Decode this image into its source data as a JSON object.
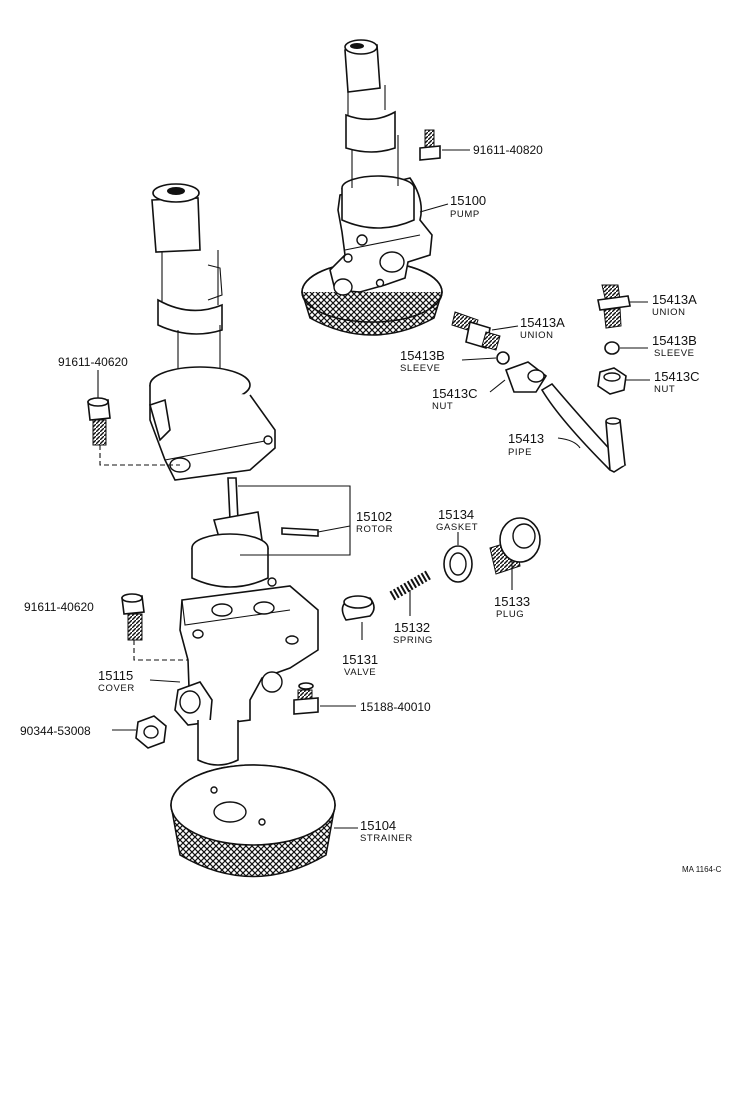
{
  "parts": {
    "bolt_top": "91611-40820",
    "pump_num": "15100",
    "pump_name": "PUMP",
    "union_a1_num": "15413A",
    "union_a1_name": "UNION",
    "union_a2_num": "15413A",
    "union_a2_name": "UNION",
    "sleeve_b1_num": "15413B",
    "sleeve_b1_name": "SLEEVE",
    "sleeve_b2_num": "15413B",
    "sleeve_b2_name": "SLEEVE",
    "nut_c1_num": "15413C",
    "nut_c1_name": "NUT",
    "nut_c2_num": "15413C",
    "nut_c2_name": "NUT",
    "pipe_num": "15413",
    "pipe_name": "PIPE",
    "bolt_left_upper": "91611-40620",
    "rotor_num": "15102",
    "rotor_name": "ROTOR",
    "gasket_num": "15134",
    "gasket_name": "GASKET",
    "plug_num": "15133",
    "plug_name": "PLUG",
    "bolt_left_lower": "91611-40620",
    "spring_num": "15132",
    "spring_name": "SPRING",
    "valve_num": "15131",
    "valve_name": "VALVE",
    "cover_num": "15115",
    "cover_name": "COVER",
    "screw_num": "15188-40010",
    "nut_left": "90344-53008",
    "strainer_num": "15104",
    "strainer_name": "STRAINER",
    "ref_code": "MA 1164-C"
  }
}
